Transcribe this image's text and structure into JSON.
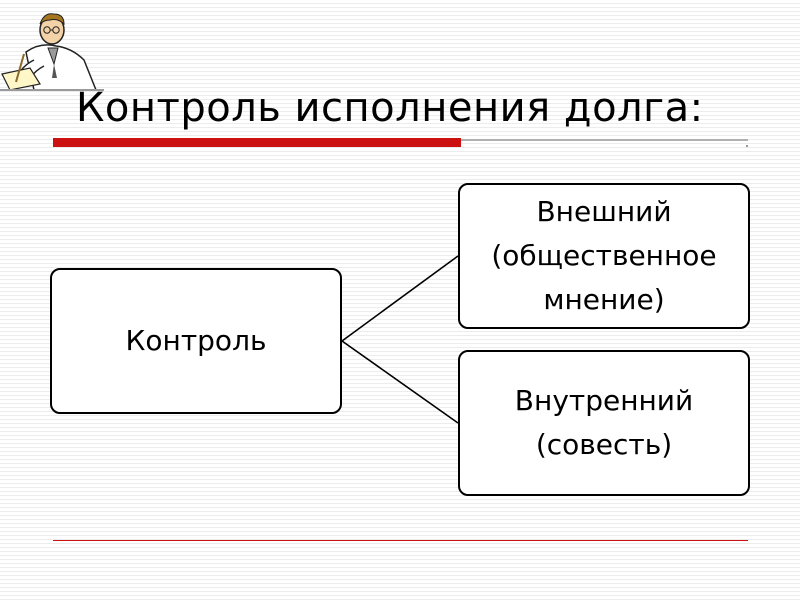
{
  "slide": {
    "title": "Контроль исполнения долга:",
    "clipart_icon": "writing-scholar-icon",
    "accent_color": "#cc1111"
  },
  "diagram": {
    "root": {
      "label": "Контроль"
    },
    "branches": [
      {
        "label": "Внешний\n(общественное\nмнение)"
      },
      {
        "label": "Внутренний\n(совесть)"
      }
    ],
    "edges": [
      {
        "from": "root",
        "to": "branches.0"
      },
      {
        "from": "root",
        "to": "branches.1"
      }
    ]
  }
}
